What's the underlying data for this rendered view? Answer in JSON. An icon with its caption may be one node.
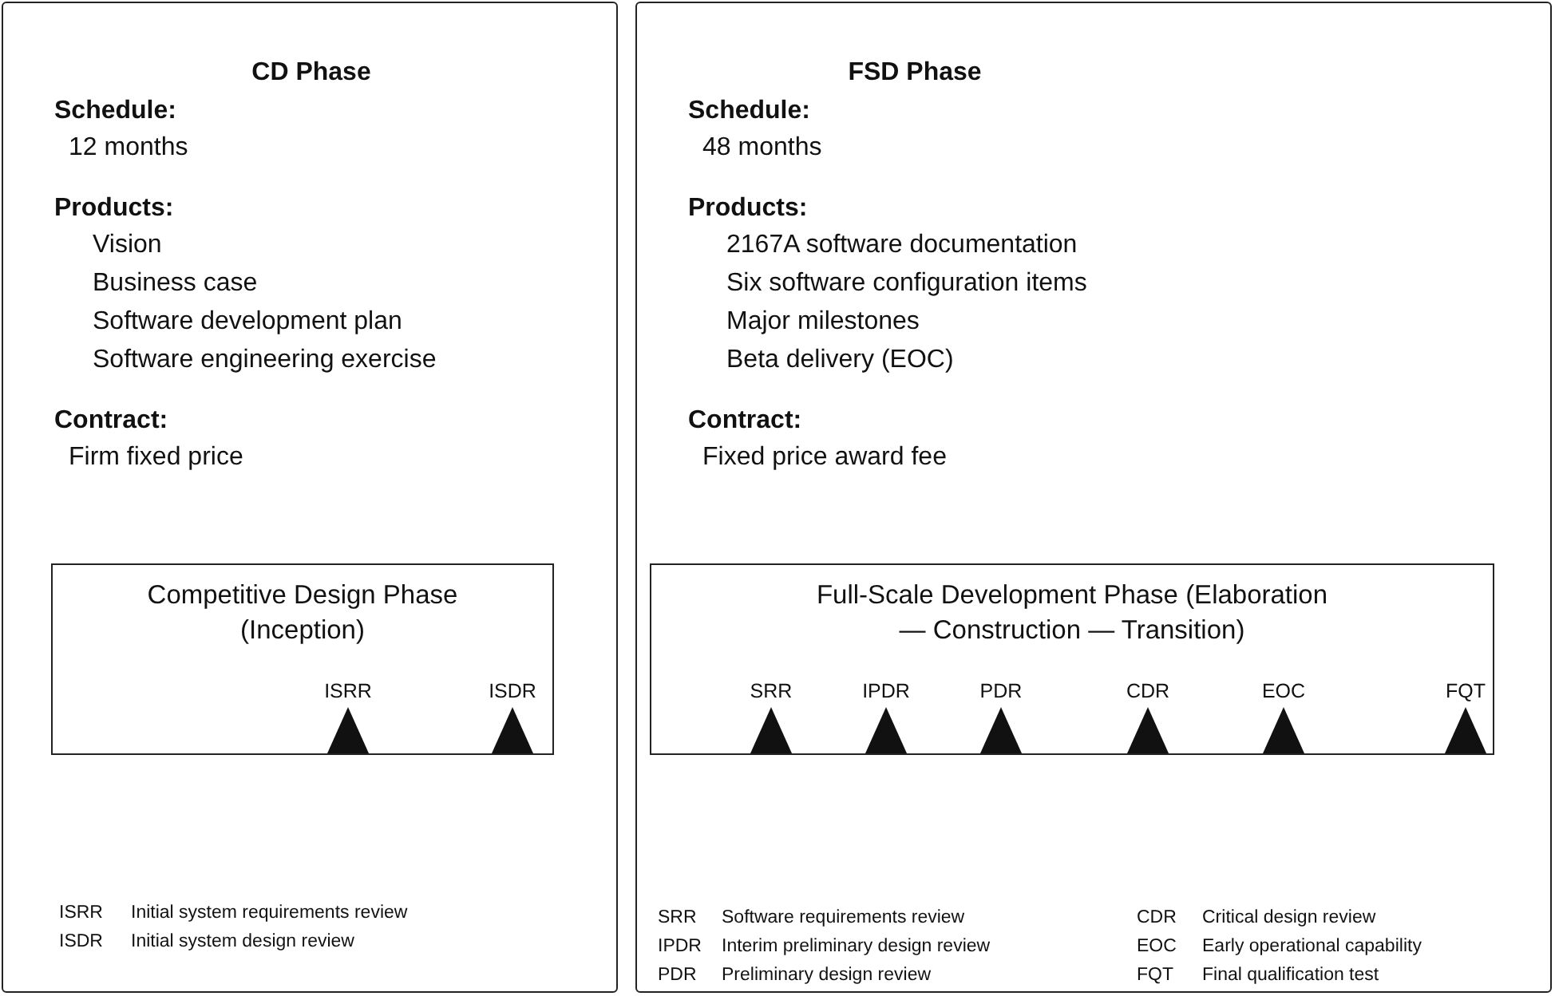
{
  "diagram": {
    "nodes": [
      {
        "text": [
          "CD Phase",
          "Schedule:",
          "12 months",
          "Products:",
          "Vision",
          "Business case",
          "Software development plan",
          "Software engineering exercise",
          "Contract:",
          "Firm fixed price"
        ]
      },
      {
        "text": [
          "Competitive Design Phase (Inception)"
        ],
        "in": 0
      },
      {
        "text": [
          "ISRR"
        ],
        "in": 1
      },
      {
        "text": [
          "ISDR"
        ],
        "in": 1
      },
      {
        "text": [
          "FSD Phase",
          "Schedule:",
          "48 months",
          "Products:",
          "2167A software documentation",
          "Six software configuration items",
          "Major milestones",
          "Beta delivery (EOC)",
          "Contract:",
          "Fixed price award fee"
        ]
      },
      {
        "text": [
          "Full-Scale Development Phase (Elaboration — Construction — Transition)"
        ],
        "in": 4
      },
      {
        "text": [
          "SRR"
        ],
        "in": 5
      },
      {
        "text": [
          "IPDR"
        ],
        "in": 5
      },
      {
        "text": [
          "PDR"
        ],
        "in": 5
      },
      {
        "text": [
          "CDR"
        ],
        "in": 5
      },
      {
        "text": [
          "EOC"
        ],
        "in": 5
      },
      {
        "text": [
          "FQT"
        ],
        "in": 5
      }
    ],
    "edges": [],
    "labels": [
      "ISRR",
      "Initial system requirements review",
      "ISDR",
      "Initial system design review",
      "SRR",
      "Software requirements review",
      "CDR",
      "Critical design review",
      "IPDR",
      "Interim preliminary design review",
      "EOC",
      "Early operational capability",
      "PDR",
      "Preliminary design review",
      "FQT",
      "Final qualification test"
    ]
  }
}
